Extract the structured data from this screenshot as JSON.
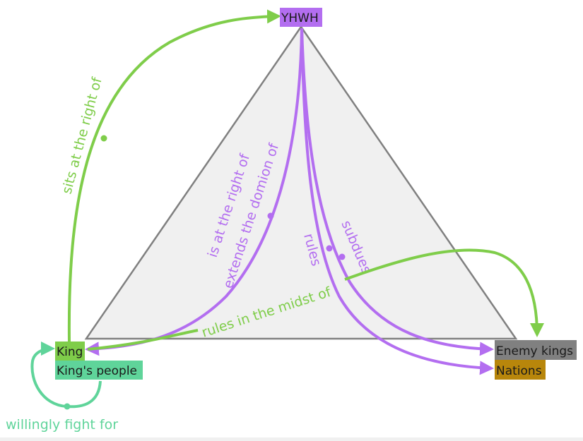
{
  "colors": {
    "green": "#7fcd4a",
    "purple": "#b36ef0",
    "teal": "#5fd49a",
    "triangle_fill": "#f0f0f0",
    "triangle_stroke": "#808080",
    "yhwh_bg": "#b36ef0",
    "king_bg": "#7fcd4a",
    "kings_people_bg": "#5fd49a",
    "enemy_kings_bg": "#808080",
    "nations_bg": "#b8860b"
  },
  "nodes": {
    "yhwh": "YHWH",
    "king": "King",
    "kings_people": "King's people",
    "enemy_kings": "Enemy kings",
    "nations": "Nations"
  },
  "edges": {
    "sits_at_right_of": "sits at the right of",
    "is_at_right_of": "is at the right of",
    "extends_domion_of": "extends the domion of",
    "rules": "rules",
    "subdues": "subdues",
    "rules_in_midst_of": "rules in the midst of",
    "willingly_fight_for": "willingly fight for"
  }
}
